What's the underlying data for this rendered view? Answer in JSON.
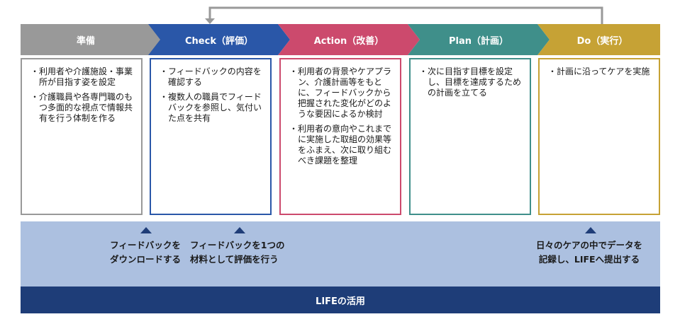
{
  "colors": {
    "prep": "#999999",
    "check": "#2a57a8",
    "action": "#cc4a6d",
    "plan": "#3f8f8a",
    "do": "#c6a235",
    "band": "#acc0e0",
    "footer": "#1e3d78",
    "loop_arrow": "#999999"
  },
  "stages": [
    {
      "title": "準備",
      "items": [
        "利用者や介護施設・事業所が目指す姿を設定",
        "介護職員や各専門職のもつ多面的な視点で情報共有を行う体制を作る"
      ]
    },
    {
      "title": "Check（評価）",
      "items": [
        "フィードバックの内容を確認する",
        "複数人の職員でフィードバックを参照し、気付いた点を共有"
      ]
    },
    {
      "title": "Action（改善）",
      "items": [
        "利用者の背景やケアプラン、介護計画等をもとに、フィードバックから把握された変化がどのような要因によるか検討",
        "利用者の意向やこれまでに実施した取組の効果等をふまえ、次に取り組むべき課題を整理"
      ]
    },
    {
      "title": "Plan（計画）",
      "items": [
        "次に目指す目標を設定し、目標を達成するための計画を立てる"
      ]
    },
    {
      "title": "Do（実行）",
      "items": [
        "計画に沿ってケアを実施"
      ]
    }
  ],
  "bullet": "・",
  "notes": [
    {
      "line1": "フィードバックを",
      "line2": "ダウンロードする"
    },
    {
      "line1": "フィードバックを1つの",
      "line2": "材料として評価を行う"
    },
    {
      "line1": "日々のケアの中でデータを",
      "line2": "記録し、LIFEへ提出する"
    }
  ],
  "footer": {
    "label": "LIFEの活用"
  }
}
